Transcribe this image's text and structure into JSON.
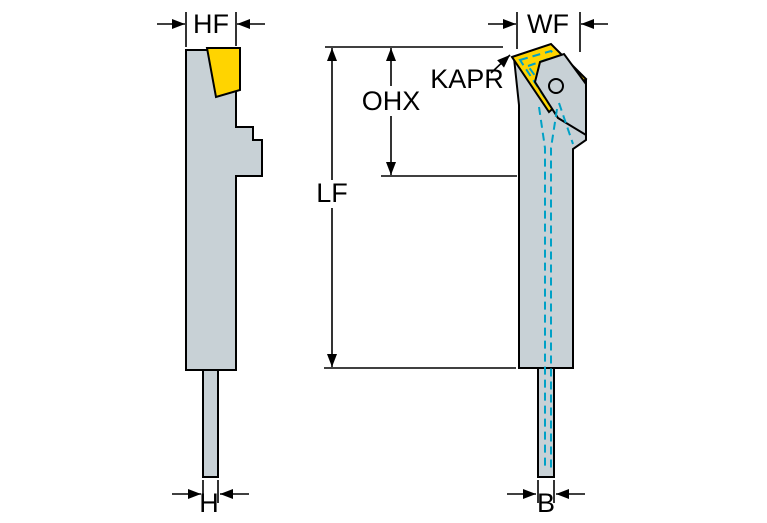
{
  "diagram": {
    "title": "toolholder-dimension-drawing",
    "labels": {
      "hf": "HF",
      "wf": "WF",
      "kapr": "KAPR",
      "ohx": "OHX",
      "lf": "LF",
      "h": "H",
      "b": "B"
    },
    "colors": {
      "insert": "#FFD400",
      "body": "#C8D1D6",
      "coolant": "#00A1C6",
      "outline": "#000000",
      "background": "#FFFFFF"
    }
  }
}
